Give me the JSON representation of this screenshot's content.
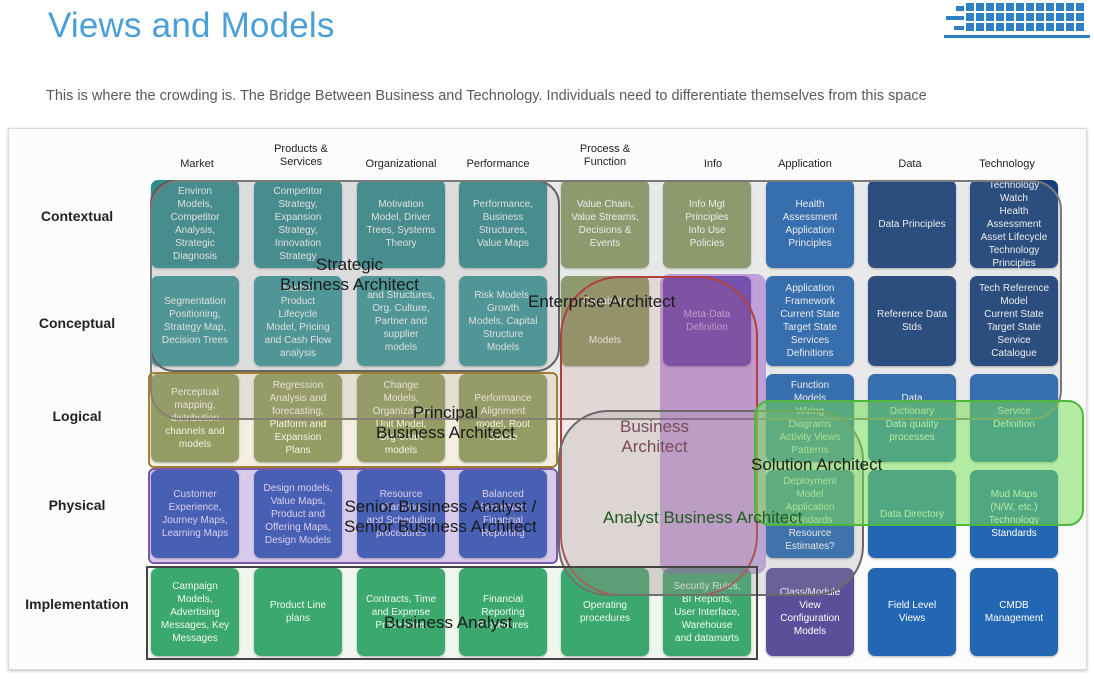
{
  "title": "Views and Models",
  "subtitle": "This is where the crowding is. The Bridge Between Business and Technology. Individuals need to differentiate themselves from this space",
  "logo_icon": "grid-logo-icon",
  "columns": [
    "Market",
    "Products &\nServices",
    "Organizational",
    "Performance",
    "Process &\nFunction",
    "Info",
    "Application",
    "Data",
    "Technology"
  ],
  "rows": [
    "Contextual",
    "Conceptual",
    "Logical",
    "Physical",
    "Implementation"
  ],
  "cells": {
    "contextual": [
      "Environ\nModels,\nCompetitor\nAnalysis,\nStrategic\nDiagnosis",
      "Competitor\nStrategy,\nExpansion\nStrategy,\nInnovation\nStrategy",
      "Motivation\nModel, Driver\nTrees, Systems\nTheory",
      "Performance,\nBusiness\nStructures,\nValue Maps",
      "Value Chain,\nValue Streams,\nDecisions &\nEvents",
      "Info Mgt\nPrinciples\nInfo Use\nPolicies",
      "Health\nAssessment\nApplication\nPrinciples",
      "Data Principles",
      "Technology\nWatch\nHealth\nAssessment\nAsset Lifecycle\nTechnology\nPrinciples"
    ],
    "conceptual": [
      "Segmentation\nPositioning,\nStrategy Map,\nDecision Trees",
      "Market\nProduct\nLifecycle\nModel, Pricing\nand Cash Flow\nanalysis",
      "and Structures,\nOrg. Culture,\nPartner and\nsupplier\nmodels",
      "Risk Models,\nGrowth\nModels, Capital\nStructure\nModels",
      "Capability\n\n\nModels",
      "Meta-Data\nDefinition",
      "Application\nFramework\nCurrent State\nTarget State\nServices\nDefinitions",
      "Reference Data\nStds",
      "Tech Reference\nModel\nCurrent State\nTarget State\nService\nCatalogue"
    ],
    "logical": [
      "Perceptual\nmapping,\ndistribution\nchannels and\nmodels",
      "Regression\nAnalysis and\nforecasting,\nPlatform and\nExpansion\nPlans",
      "Change\nModels,\nOrganization\nUnit Model,\nOrg Chart\nmodels",
      "Performance\nAlignment\nmodel, Root\nCause",
      "",
      "",
      "Function\nModels\nWiring\nDiagrams\nActivity Views\nPatterns",
      "Data\nDictionary\nData quality\nprocesses",
      "Service\nDefinition"
    ],
    "physical": [
      "Customer\nExperience,\nJourney Maps,\nLearning Maps",
      "Design models,\nValue Maps,\nProduct and\nOffering Maps,\nDesign Models",
      "Resource\nPlanning\nand Scheduling\nprocedures",
      "Balanced\nScorecard\nFinancial\nReporting",
      "",
      "",
      "Deployment\nModel\nApplication\nStandards\nResource\nEstimates?",
      "Data Directory",
      "Mud Maps\n(N/W, etc.)\nTechnology\nStandards"
    ],
    "implementation": [
      "Campaign\nModels,\nAdvertising\nMessages, Key\nMessages",
      "Product Line\nplans",
      "Contracts, Time\nand Expense\nProcedures",
      "Financial\nReporting\nProcedures",
      "Operating\nprocedures",
      "Security Rules,\nBI Reports,\nUser Interface,\nWarehouse\nand datamarts",
      "Class/Module\nView\nConfiguration\nModels",
      "Field Level\nViews",
      "CMDB\nManagement"
    ]
  },
  "roles": {
    "strategic": "Strategic\nBusiness Architect",
    "enterprise": "Enterprise Architect",
    "principal": "Principal\nBusiness Architect",
    "business": "Business\nArchitect",
    "solution": "Solution Architect",
    "senior": "Senior Business Analyst /\nSenior Business Architect",
    "analyst": "Analyst Business Architect",
    "ba": "Business Analyst"
  }
}
